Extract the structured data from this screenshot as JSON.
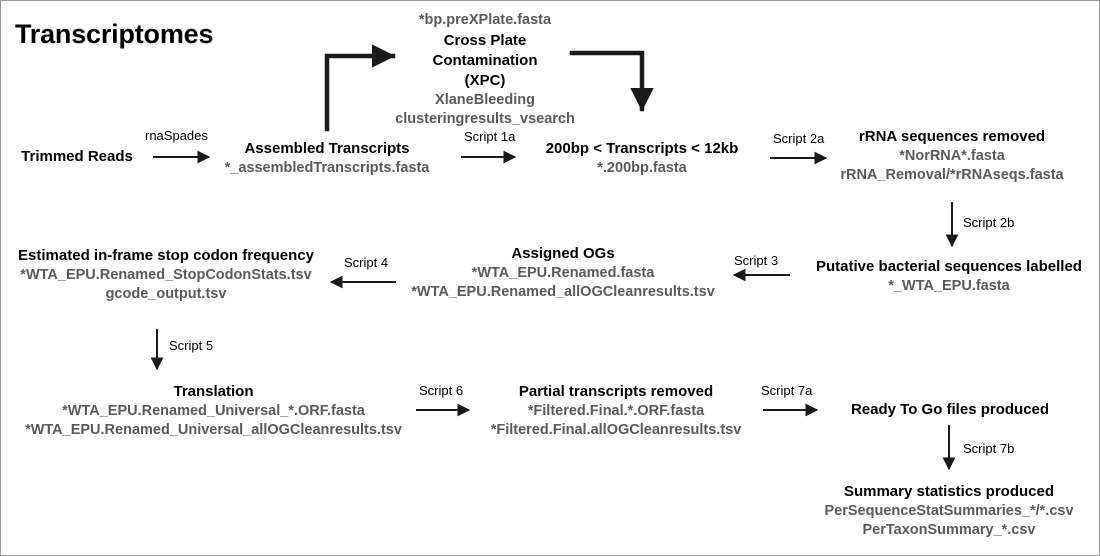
{
  "page": {
    "title": "Transcriptomes",
    "background_color": "#ffffff",
    "border_color": "#9a9a9a",
    "title_color": "#000000",
    "node_title_color": "#000000",
    "filename_color": "#5a5a5a",
    "arrow_color": "#1a1a1a"
  },
  "nodes": {
    "trimmed_reads": {
      "title": "Trimmed Reads",
      "files": []
    },
    "assembled_transcripts": {
      "title": "Assembled Transcripts",
      "files": [
        "*_assembledTranscripts.fasta"
      ]
    },
    "cross_plate_contamination": {
      "pre_file": "*bp.preXPlate.fasta",
      "title_line_1": "Cross Plate",
      "title_line_2": "Contamination",
      "title_line_3": "(XPC)",
      "files": [
        "XlaneBleeding",
        "clusteringresults_vsearch"
      ]
    },
    "size_filtered": {
      "title": "200bp < Transcripts < 12kb",
      "files": [
        "*.200bp.fasta"
      ]
    },
    "rrna_removed": {
      "title": "rRNA sequences removed",
      "files": [
        "*NorRNA*.fasta",
        "rRNA_Removal/*rRNAseqs.fasta"
      ]
    },
    "bacterial_labelled": {
      "title": "Putative bacterial sequences labelled",
      "files": [
        "*_WTA_EPU.fasta"
      ]
    },
    "assigned_ogs": {
      "title": "Assigned OGs",
      "files": [
        "*WTA_EPU.Renamed.fasta",
        "*WTA_EPU.Renamed_allOGCleanresults.tsv"
      ]
    },
    "stop_codon_frequency": {
      "title": "Estimated in-frame stop codon frequency",
      "files": [
        "*WTA_EPU.Renamed_StopCodonStats.tsv",
        "gcode_output.tsv"
      ]
    },
    "translation": {
      "title": "Translation",
      "files": [
        "*WTA_EPU.Renamed_Universal_*.ORF.fasta",
        "*WTA_EPU.Renamed_Universal_allOGCleanresults.tsv"
      ]
    },
    "partial_removed": {
      "title": "Partial transcripts removed",
      "files": [
        "*Filtered.Final.*.ORF.fasta",
        "*Filtered.Final.allOGCleanresults.tsv"
      ]
    },
    "ready_to_go": {
      "title": "Ready To Go files produced",
      "files": []
    },
    "summary_statistics": {
      "title": "Summary statistics produced",
      "files": [
        "PerSequenceStatSummaries_*/*.csv",
        "PerTaxonSummary_*.csv"
      ]
    }
  },
  "edges": [
    {
      "id": "rnaspades",
      "label": "rnaSpades"
    },
    {
      "id": "script1a",
      "label": "Script 1a"
    },
    {
      "id": "script2a",
      "label": "Script 2a"
    },
    {
      "id": "script2b",
      "label": "Script 2b"
    },
    {
      "id": "script3",
      "label": "Script 3"
    },
    {
      "id": "script4",
      "label": "Script 4"
    },
    {
      "id": "script5",
      "label": "Script 5"
    },
    {
      "id": "script6",
      "label": "Script 6"
    },
    {
      "id": "script7a",
      "label": "Script 7a"
    },
    {
      "id": "script7b",
      "label": "Script 7b"
    },
    {
      "id": "xpc_out",
      "label": ""
    },
    {
      "id": "xpc_in",
      "label": ""
    }
  ]
}
